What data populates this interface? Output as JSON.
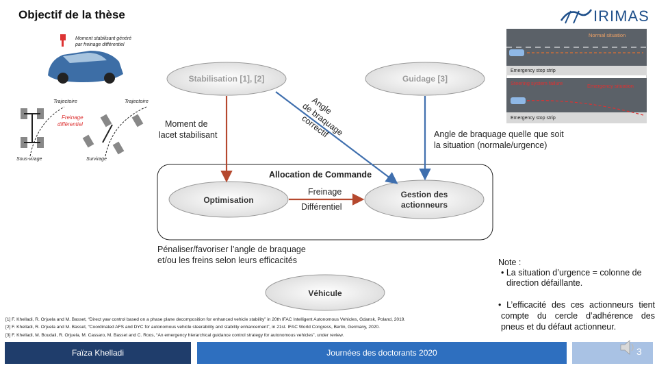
{
  "title": "Objectif de la thèse",
  "logo": {
    "text": "IRIMAS"
  },
  "car_photo": {
    "caption_line1": "Moment stabilisant généré",
    "caption_line2": "par freinage différentiel"
  },
  "schema": {
    "traj_left": "Trajectoire",
    "traj_right": "Trajectoire",
    "freinage": "Freinage",
    "differentiel": "différentiel",
    "sous_virage": "Sous-virage",
    "survirage": "Survirage"
  },
  "situations": {
    "normal": "Normal situation",
    "strip1": "Emergency stop strip",
    "steering_failure": "Steering system failure",
    "emergency": "Emergency situation",
    "strip2": "Emergency stop strip"
  },
  "diagram": {
    "stabilisation": "Stabilisation [1], [2]",
    "guidage": "Guidage [3]",
    "moment_line1": "Moment de",
    "moment_line2": "lacet stabilisant",
    "angle_line1": "Angle",
    "angle_line2": "de braquage",
    "angle_line3": "correctif",
    "angle_any_line1": "Angle de braquage quelle que soit",
    "angle_any_line2": "la situation (normale/urgence)",
    "allocation": "Allocation de Commande",
    "optimisation": "Optimisation",
    "freinage": "Freinage",
    "differentiel": "Différentiel",
    "gestion_line1": "Gestion des",
    "gestion_line2": "actionneurs",
    "penaliser_line1": "Pénaliser/favoriser   l’angle   de    braquage",
    "penaliser_line2": "et/ou les freins selon leurs efficacités",
    "vehicule": "Véhicule"
  },
  "note": {
    "heading": "Note :",
    "item1": "• La situation d’urgence = colonne de direction défaillante.",
    "item2": "• L’efficacité des ces actionneurs tient compte du cercle d’adhérence des pneus et du défaut actionneur."
  },
  "references": [
    "[1] F. Khelladi, R. Orjuela and M. Basset, “Direct yaw control based on a phase plane decomposition for enhanced vehicle stability” in 20th IFAC Intelligent Autonomous Vehicles, Gdansk, Poland, 2019.",
    "[2] F. Khelladi, R. Orjuela and M. Basset, “Coordinated AFS and DYC for autonomous vehicle steerability and stability enhancement”, in 21st. IFAC World Congress, Berlin, Germany, 2020.",
    "[3] F. Khelladi, M. Boudali, R. Orjuela, M. Cassaro, M. Basset and C. Roos, “An emergency hierarchical guidance control strategy for autonomous vehicles”, under review."
  ],
  "footer": {
    "author": "Faïza Khelladi",
    "event": "Journées des doctorants  2020",
    "page": "3"
  },
  "colors": {
    "arrow_red": "#b5482e",
    "arrow_blue": "#3f6fae",
    "footer_dark": "#1f3d6b",
    "footer_mid": "#2e6fbf",
    "footer_light": "#a9c2e4"
  }
}
